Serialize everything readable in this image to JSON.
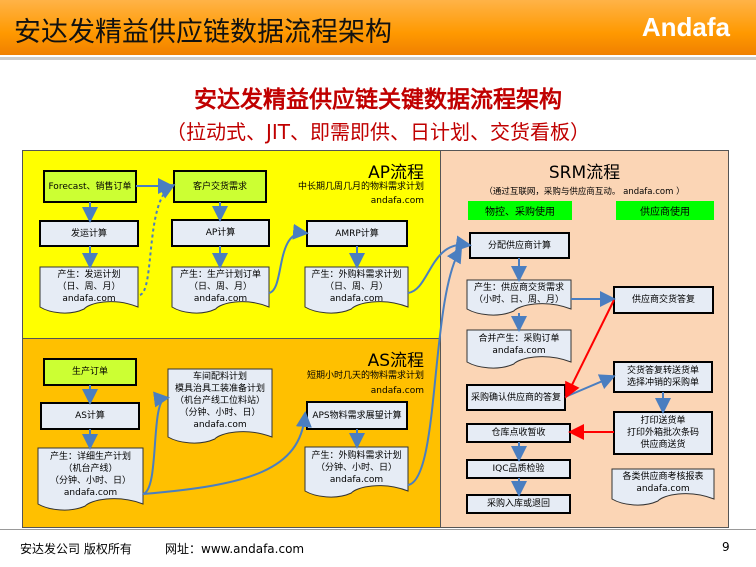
{
  "header": {
    "title": "安达发精益供应链数据流程架构",
    "logo": "Andafa"
  },
  "title": "安达发精益供应链关键数据流程架构",
  "subtitle": "（拉动式、JIT、即需即供、日计划、交货看板）",
  "ap": {
    "title": "AP流程",
    "sub": "中长期几周几月的物料需求计划",
    "site": "andafa.com",
    "forecast": "Forecast、销售订单",
    "customer_demand": "客户交货需求",
    "ship_calc": "发运计算",
    "ap_calc": "AP计算",
    "amrp_calc": "AMRP计算",
    "doc1": [
      "产生：发运计划",
      "（日、周、月）",
      "andafa.com"
    ],
    "doc2": [
      "产生：生产计划订单",
      "（日、周、月）",
      "andafa.com"
    ],
    "doc3": [
      "产生：外购料需求计划",
      "（日、周、月）",
      "andafa.com"
    ]
  },
  "as": {
    "title": "AS流程",
    "sub": "短期小时几天的物料需求计划",
    "site": "andafa.com",
    "order": "生产订单",
    "as_calc": "AS计算",
    "aps_calc": "APS物料需求展望计算",
    "doc1": [
      "产生：详细生产计划",
      "（机台产线）",
      "（分钟、小时、日）",
      "andafa.com"
    ],
    "doc2": [
      "车间配料计划",
      "模具治具工装准备计划",
      "（机台产线工位料站）",
      "（分钟、小时、日）",
      "andafa.com"
    ],
    "doc3": [
      "产生：外购料需求计划",
      "（分钟、小时、日）",
      "andafa.com"
    ]
  },
  "srm": {
    "title": "SRM流程",
    "sub": "（通过互联网，采购与供应商互动。 andafa.com ）",
    "buyer_label": "物控、采购使用",
    "supplier_label": "供应商使用",
    "alloc": "分配供应商计算",
    "doc1": [
      "产生：供应商交货需求",
      "（小时、日、周、月）"
    ],
    "reply": "供应商交货答复",
    "doc2": [
      "合并产生：采购订单",
      "andafa.com"
    ],
    "convert": [
      "交货答复转送货单",
      "选择冲销的采购单"
    ],
    "confirm": "采购确认供应商的答复",
    "print": [
      "打印送货单",
      "打印外箱批次条码",
      "供应商送货"
    ],
    "receive": "仓库点收暂收",
    "iqc": "IQC品质检验",
    "stock": "采购入库或退回",
    "doc3": [
      "各类供应商考核报表",
      "andafa.com"
    ]
  },
  "footer": {
    "copyright": "安达发公司 版权所有",
    "website": "网址：www.andafa.com",
    "page": "9"
  },
  "colors": {
    "ap": "#FFFF00",
    "as": "#FFC000",
    "srm": "#FBD5B5",
    "green_box": "#CCFF33",
    "box": "#E6ECF5",
    "arrow": "#4A7EC0",
    "red": "#FF0000"
  }
}
